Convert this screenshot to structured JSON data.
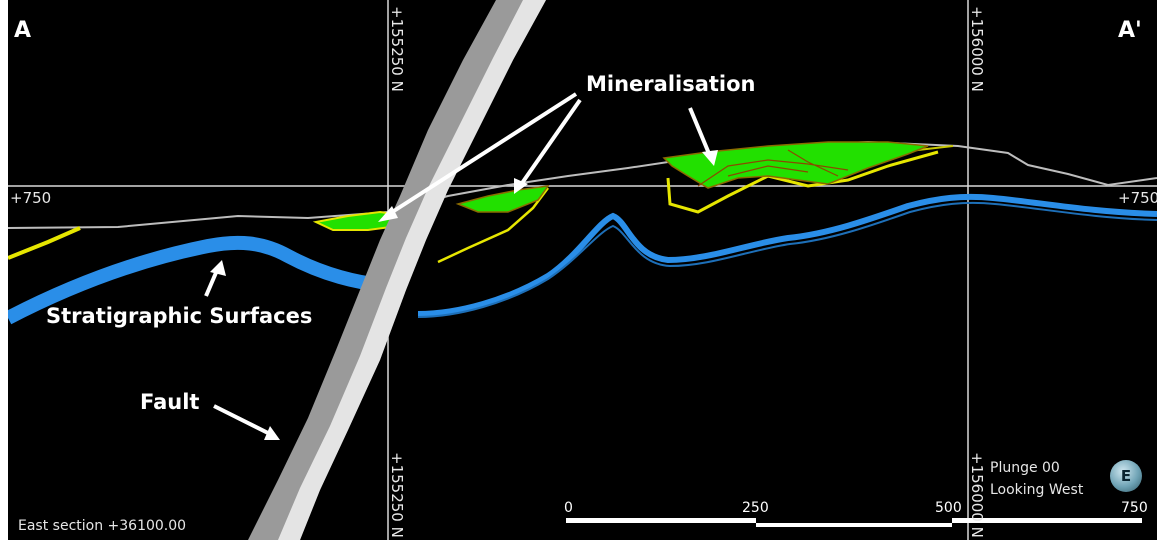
{
  "section": {
    "left_label": "A",
    "right_label": "A'",
    "footer": "East section +36100.00"
  },
  "grid": {
    "elevation_label": "+750",
    "northing_left": "+155250 N",
    "northing_right": "+156000 N"
  },
  "callouts": {
    "mineralisation": "Mineralisation",
    "stratigraphic": "Stratigraphic Surfaces",
    "fault": "Fault"
  },
  "view": {
    "plunge": "Plunge 00",
    "looking": "Looking West",
    "compass_letter": "E"
  },
  "scale_bar": {
    "ticks": [
      "0",
      "250",
      "500",
      "750"
    ]
  },
  "colors": {
    "background": "#000000",
    "fault": "#c8c8c8",
    "mineralisation": "#22e000",
    "stratigraphic": "#2a8ee8",
    "yellow_contacts": "#e6e600",
    "topography": "#bdbdbd",
    "gridlines": "#d9d9d9"
  }
}
